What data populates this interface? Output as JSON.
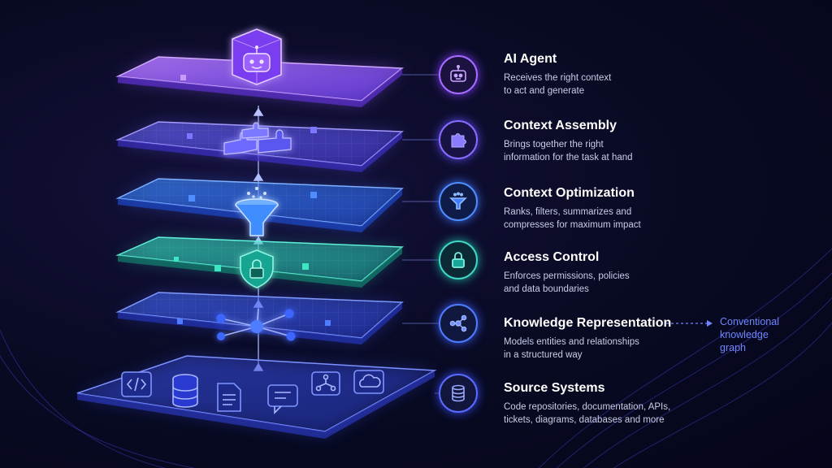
{
  "layers": [
    {
      "title": "AI Agent",
      "description": "Receives the right context\nto act and generate",
      "icon": "robot-icon",
      "color": "#a86bff"
    },
    {
      "title": "Context Assembly",
      "description": "Brings together the right\ninformation for the task at hand",
      "icon": "puzzle-icon",
      "color": "#8a6bff"
    },
    {
      "title": "Context Optimization",
      "description": "Ranks, filters, summarizes and\ncompresses for maximum impact",
      "icon": "funnel-icon",
      "color": "#4f8dff"
    },
    {
      "title": "Access Control",
      "description": "Enforces permissions, policies\nand data boundaries",
      "icon": "lock-icon",
      "color": "#3fd6c4"
    },
    {
      "title": "Knowledge Representation",
      "description": "Models entities and relationships\nin a structured way",
      "icon": "graph-icon",
      "color": "#4f7cff"
    },
    {
      "title": "Source Systems",
      "description": "Code repositories, documentation, APIs,\ntickets, diagrams, databases and more",
      "icon": "database-icon",
      "color": "#5a6bff"
    }
  ],
  "side_note": "Conventional\nknowledge\ngraph",
  "source_icons": [
    "code-icon",
    "database-icon",
    "document-icon",
    "chat-icon",
    "diagram-icon",
    "cloud-icon"
  ]
}
